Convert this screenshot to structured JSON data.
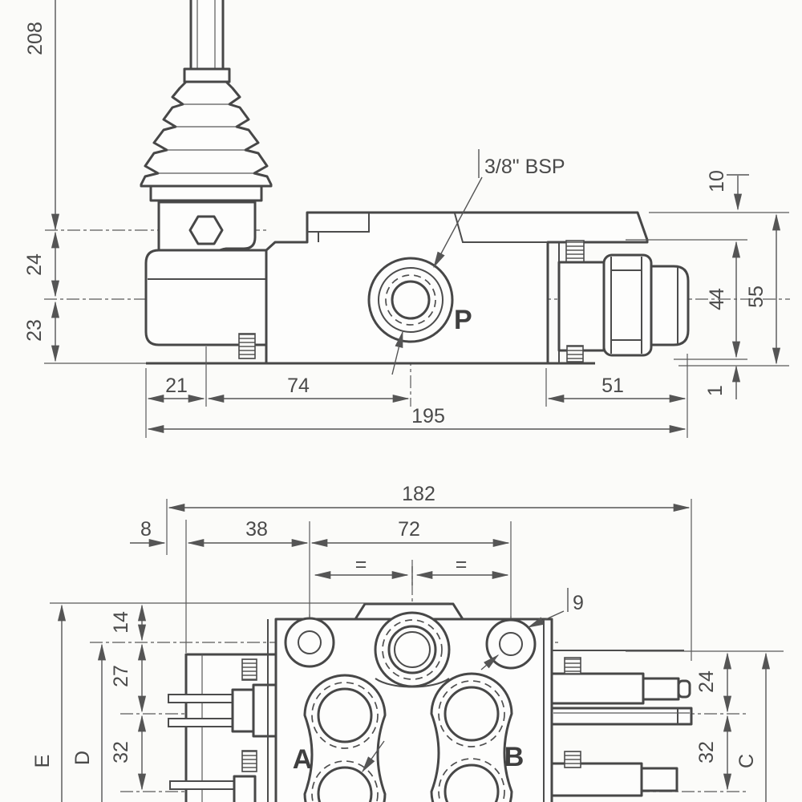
{
  "drawing": {
    "kind": "hydraulic directional control valve dimensional drawing",
    "units": "mm",
    "line_color": "#474747",
    "dim_color": "#555555",
    "background": "#fbfbf9"
  },
  "side_view": {
    "port_label": "P",
    "thread_callout": "3/8\" BSP",
    "dim_lever_height": "208",
    "dim_pivot_to_axis": "24",
    "dim_axis_to_base": "23",
    "dim_left_face_to_lever": "21",
    "dim_lever_to_p_port": "74",
    "dim_overall_length": "195",
    "dim_right_section": "51",
    "dim_top_offset": "10",
    "dim_cartridge_height": "44",
    "dim_body_height": "55",
    "dim_base_step": "1"
  },
  "plan_view": {
    "port_a_label": "A",
    "port_b_label": "B",
    "dim_overall_width": "182",
    "dim_clevis_offset": "8",
    "dim_bracket_to_hole": "38",
    "dim_hole_spacing": "72",
    "equal_mark_left": "=",
    "equal_mark_right": "=",
    "dim_hole_diameter": "9",
    "dim_top_to_holes": "14",
    "dim_holes_to_axis": "27",
    "dim_axis_to_lower_left": "32",
    "dim_right_upper": "24",
    "dim_right_lower": "32",
    "dim_e": "E",
    "dim_d": "D",
    "dim_c": "C"
  }
}
